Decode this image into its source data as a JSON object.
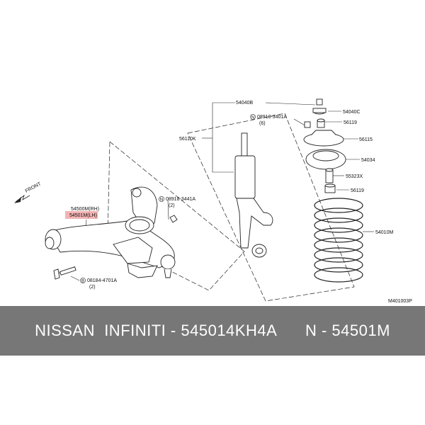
{
  "diagram": {
    "front_label": "FRONT",
    "figure_code": "M401003P",
    "highlight_color": "#f2a6a6",
    "parts": {
      "p54040B": "54040B",
      "p54040C": "54040C",
      "p08918_3401A": "08918-3401A",
      "p08918_3401A_qty": "(6)",
      "p56119_top": "56119",
      "p56115": "56115",
      "p56110K": "56110K",
      "p54034": "54034",
      "p55323X": "55323X",
      "p56119_bottom": "56119",
      "p54010M": "54010M",
      "p54500M_rh": "54500M(RH)",
      "p54501M_lh": "54501M(LH)",
      "p08918_3441A": "08918-3441A",
      "p08918_3441A_qty": "(2)",
      "p08184_4701A": "08184-4701A",
      "p08184_4701A_qty": "(2)"
    },
    "circle_letters": {
      "n1": "N",
      "n2": "N",
      "b": "B"
    }
  },
  "banner": {
    "brand": "NISSAN  INFINITI",
    "sep1": " - ",
    "oem_number": "545014KH4A",
    "gap": "      ",
    "prefix": "N",
    "sep2": " - ",
    "part_number": "54501M"
  }
}
